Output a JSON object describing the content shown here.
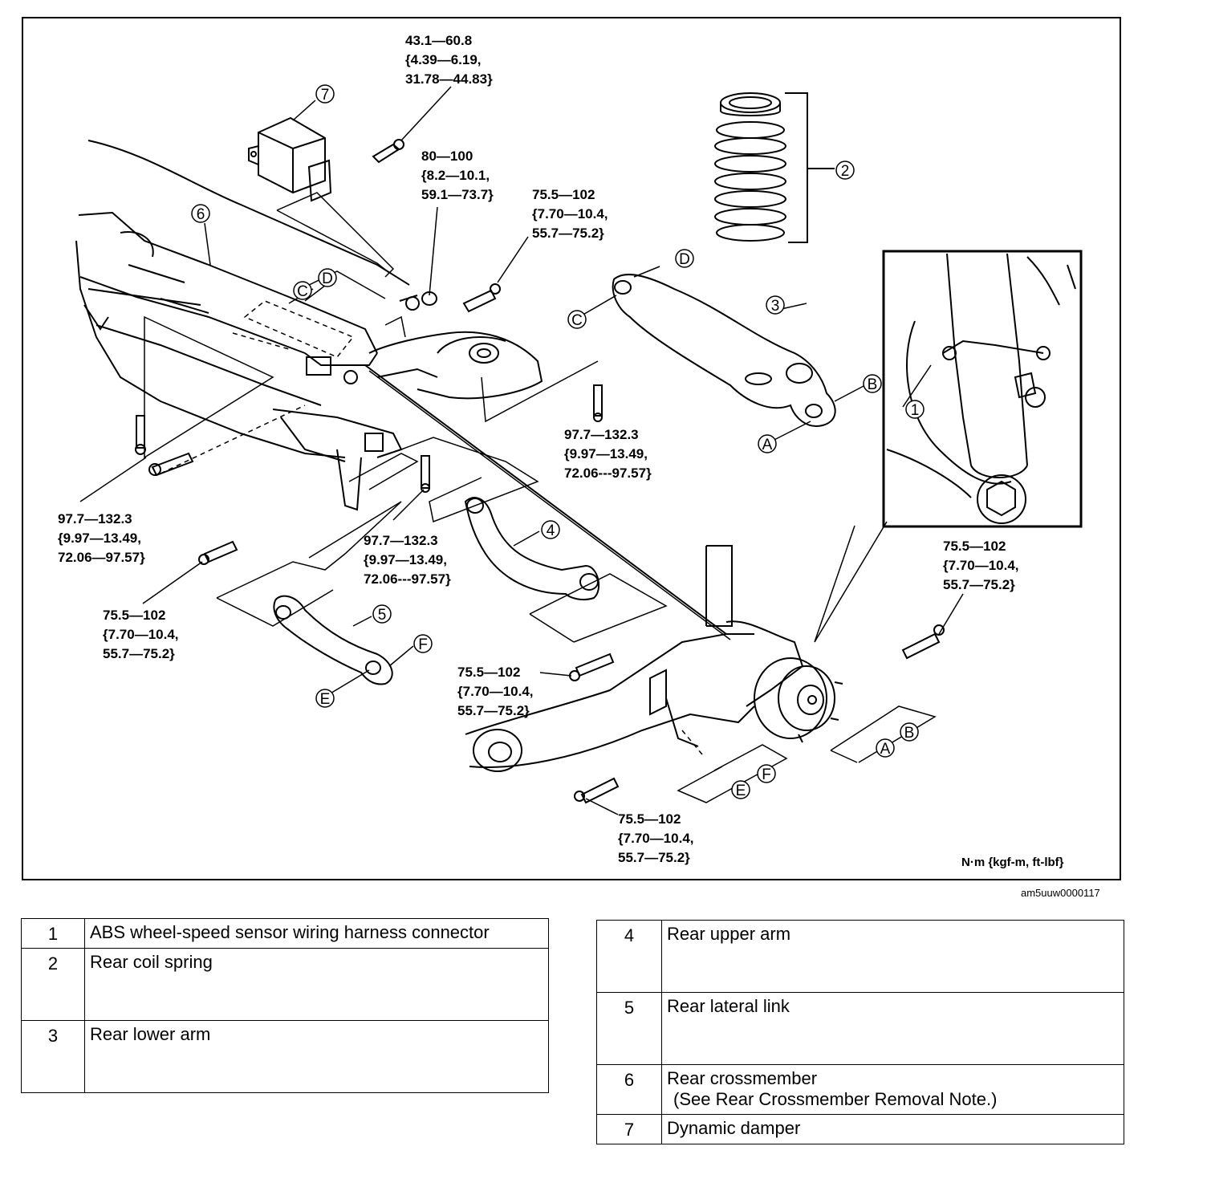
{
  "diagram": {
    "torque_labels": {
      "damper_bolt": [
        "43.1—60.8",
        "{4.39—6.19,",
        "31.78—44.83}"
      ],
      "nut_80_100": [
        "80—100",
        "{8.2—10.1,",
        "59.1—73.7}"
      ],
      "upper_top": [
        "75.5—102",
        "{7.70—10.4,",
        "55.7—75.2}"
      ],
      "right_mid": [
        "97.7—132.3",
        "{9.97—13.49,",
        "72.06---97.57}"
      ],
      "left_low": [
        "97.7—132.3",
        "{9.97—13.49,",
        "72.06—97.57}"
      ],
      "center_low": [
        "97.7—132.3",
        "{9.97—13.49,",
        "72.06---97.57}"
      ],
      "left_lateral": [
        "75.5—102",
        "{7.70—10.4,",
        "55.7—75.2}"
      ],
      "knuckle_right": [
        "75.5—102",
        "{7.70—10.4,",
        "55.7—75.2}"
      ],
      "knuckle_left": [
        "75.5—102",
        "{7.70—10.4,",
        "55.7—75.2}"
      ],
      "bottom": [
        "75.5—102",
        "{7.70—10.4,",
        "55.7—75.2}"
      ]
    },
    "callouts": {
      "n1": "1",
      "n2": "2",
      "n3": "3",
      "n4": "4",
      "n5": "5",
      "n6": "6",
      "n7": "7",
      "A": "A",
      "B": "B",
      "C": "C",
      "D": "D",
      "E": "E",
      "F": "F"
    },
    "units": "N·m {kgf-m, ft-lbf}",
    "image_id": "am5uuw0000117"
  },
  "legend": {
    "left": [
      {
        "num": "1",
        "desc": [
          "ABS wheel-speed sensor wiring harness connector"
        ]
      },
      {
        "num": "2",
        "desc": [
          "Rear coil spring"
        ]
      },
      {
        "num": "3",
        "desc": [
          "Rear lower arm"
        ]
      }
    ],
    "right": [
      {
        "num": "4",
        "desc": [
          "Rear upper arm"
        ]
      },
      {
        "num": "5",
        "desc": [
          "Rear lateral link"
        ]
      },
      {
        "num": "6",
        "desc": [
          "Rear crossmember",
          " (See Rear Crossmember Removal Note.)"
        ]
      },
      {
        "num": "7",
        "desc": [
          "Dynamic damper"
        ]
      }
    ]
  }
}
